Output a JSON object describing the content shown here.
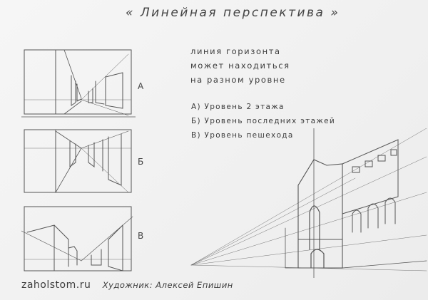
{
  "title": "« Линейная перспектива »",
  "note": {
    "lines": [
      "Линия горизонта",
      "может находиться",
      "на разном уровне"
    ]
  },
  "variants": [
    {
      "key": "А",
      "text": "А) Уровень 2 этажа"
    },
    {
      "key": "Б",
      "text": "Б) Уровень последних этажей"
    },
    {
      "key": "В",
      "text": "В) Уровень пешехода"
    }
  ],
  "sketch_labels": {
    "a": "А",
    "b": "Б",
    "c": "В"
  },
  "footer": {
    "site": "zaholstom.ru",
    "artist": "Художник: Алексей Епишин"
  },
  "colors": {
    "paper": "#f2f2f2",
    "pencil": "#555555"
  }
}
